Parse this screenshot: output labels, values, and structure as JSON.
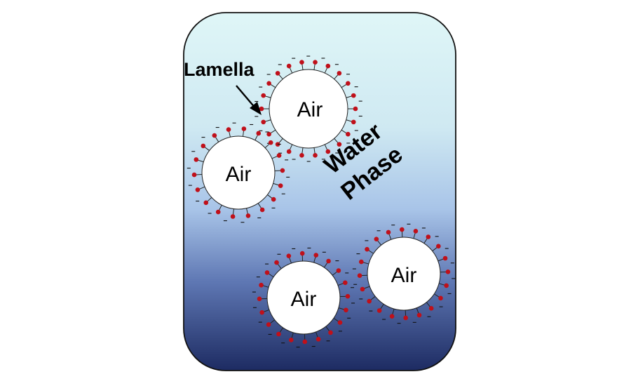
{
  "labels": {
    "lamella": "Lamella",
    "water_line1": "Water",
    "water_line2": "Phase",
    "bubble1": "Air",
    "bubble2": "Air",
    "bubble3": "Air",
    "bubble4": "Air"
  },
  "colors": {
    "water_top": "#dff6f7",
    "water_mid": "#b9d3ec",
    "water_bottom": "#1f2d66",
    "surfactant_head": "#c0101a",
    "bubble_fill": "#ffffff",
    "outline": "#111111"
  },
  "icons": {
    "surfactant": "red head with tail and minus charge"
  }
}
